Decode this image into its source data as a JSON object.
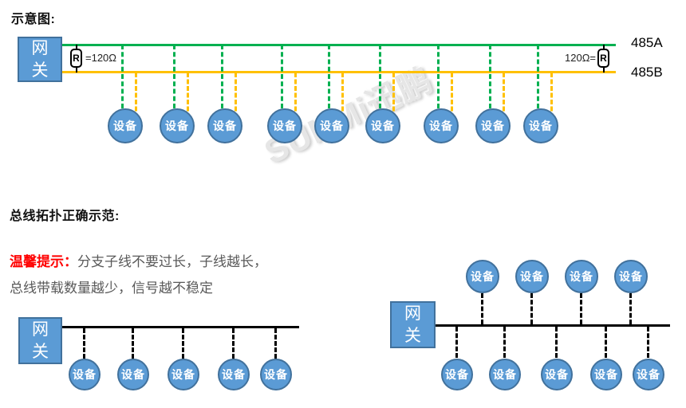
{
  "sections": {
    "schematic_title": "示意图:",
    "topology_title": "总线拓扑正确示范:"
  },
  "tip": {
    "label": "温馨提示：",
    "line1": "分支子线不要过长，子线越长，",
    "line2": "总线带载数量越少，信号越不稳定"
  },
  "watermark": "SUNMi迅鹏",
  "diagram_top": {
    "gateway_label": "网关",
    "device_label": "设备",
    "device_count": 9,
    "bus_a_label": "485A",
    "bus_b_label": "485B",
    "termination_left": "=120Ω",
    "termination_right": "120Ω=",
    "resistor_symbol": "R",
    "colors": {
      "bus_a_green": "#00B050",
      "bus_b_yellow": "#FFC000",
      "node_fill": "#5B9BD5",
      "node_border": "#41719C"
    }
  },
  "diagram_bottom_left": {
    "gateway_label": "网关",
    "device_label": "设备",
    "device_count": 5
  },
  "diagram_bottom_right": {
    "gateway_label": "网关",
    "device_label": "设备",
    "devices_above_bus": 4,
    "devices_below_bus": 5
  }
}
